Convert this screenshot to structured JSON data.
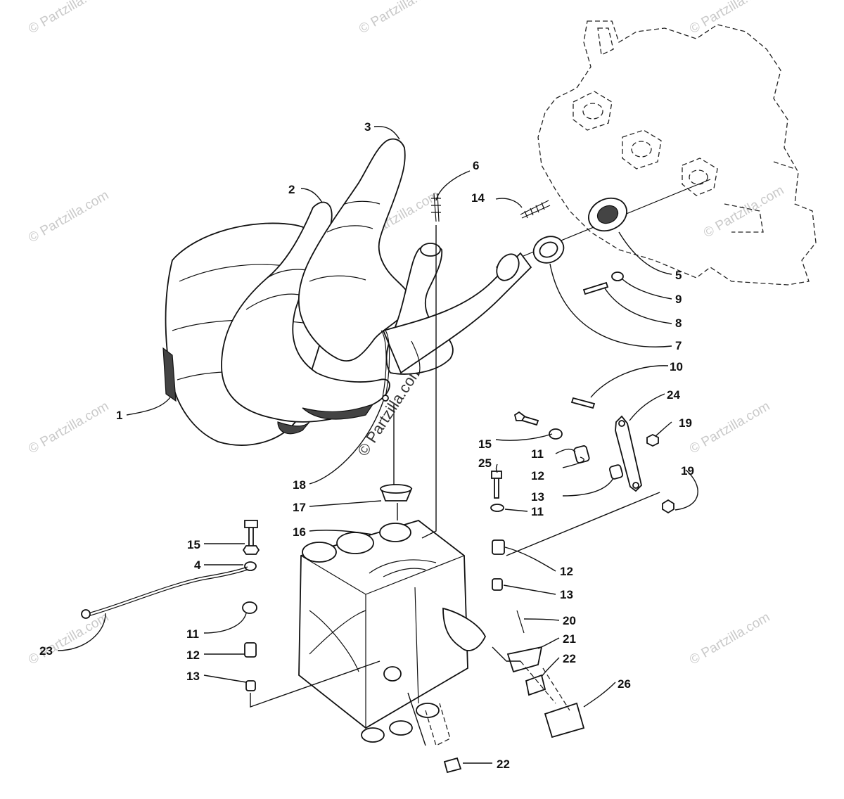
{
  "watermark": {
    "text": "© Partzilla.com",
    "center_text": "© Partzilla.com"
  },
  "callouts": [
    {
      "id": "c1",
      "number": "1"
    },
    {
      "id": "c2",
      "number": "2"
    },
    {
      "id": "c3",
      "number": "3"
    },
    {
      "id": "c4",
      "number": "4"
    },
    {
      "id": "c5",
      "number": "5"
    },
    {
      "id": "c6",
      "number": "6"
    },
    {
      "id": "c7",
      "number": "7"
    },
    {
      "id": "c8",
      "number": "8"
    },
    {
      "id": "c9",
      "number": "9"
    },
    {
      "id": "c10",
      "number": "10"
    },
    {
      "id": "c11a",
      "number": "11"
    },
    {
      "id": "c11b",
      "number": "11"
    },
    {
      "id": "c11c",
      "number": "11"
    },
    {
      "id": "c12a",
      "number": "12"
    },
    {
      "id": "c12b",
      "number": "12"
    },
    {
      "id": "c12c",
      "number": "12"
    },
    {
      "id": "c13a",
      "number": "13"
    },
    {
      "id": "c13b",
      "number": "13"
    },
    {
      "id": "c13c",
      "number": "13"
    },
    {
      "id": "c14",
      "number": "14"
    },
    {
      "id": "c15a",
      "number": "15"
    },
    {
      "id": "c15b",
      "number": "15"
    },
    {
      "id": "c16",
      "number": "16"
    },
    {
      "id": "c17",
      "number": "17"
    },
    {
      "id": "c18",
      "number": "18"
    },
    {
      "id": "c19a",
      "number": "19"
    },
    {
      "id": "c19b",
      "number": "19"
    },
    {
      "id": "c20",
      "number": "20"
    },
    {
      "id": "c21",
      "number": "21"
    },
    {
      "id": "c22a",
      "number": "22"
    },
    {
      "id": "c22b",
      "number": "22"
    },
    {
      "id": "c23",
      "number": "23"
    },
    {
      "id": "c24",
      "number": "24"
    },
    {
      "id": "c25",
      "number": "25"
    },
    {
      "id": "c26",
      "number": "26"
    }
  ]
}
